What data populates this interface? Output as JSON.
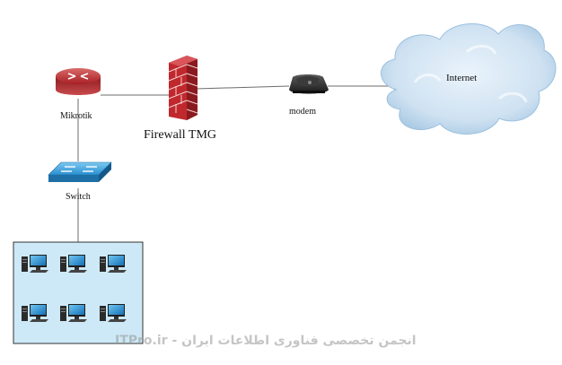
{
  "labels": {
    "router": "Mikrotik",
    "firewall": "Firewall TMG",
    "modem": "modem",
    "cloud": "Internet",
    "switch": "Switch"
  },
  "watermark": "ITPro.ir - انجمن تخصصی فناوری اطلاعات ایران",
  "colors": {
    "lan_box_fill": "#cde9f7",
    "cloud_fill": "#cfe3f3",
    "firewall_red": "#c0282d",
    "router_red": "#c8282d",
    "switch_blue": "#2a8fd0",
    "line": "#6b6b6b"
  },
  "pcs": {
    "count": 6,
    "icon": "desktop-computer-icon"
  }
}
